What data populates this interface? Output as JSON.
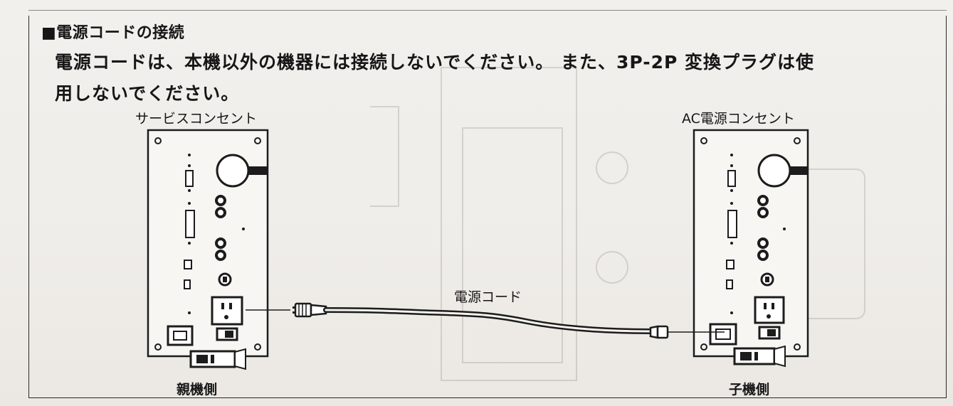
{
  "section": {
    "heading": "■電源コードの接続",
    "body_line1": "電源コードは、本機以外の機器には接続しないでください。 また、3P-2P 変換プラグは使",
    "body_line2": "用しないでください。"
  },
  "diagram": {
    "left_unit_top_label": "サービスコンセント",
    "right_unit_top_label": "AC電源コンセント",
    "cord_label": "電源コード",
    "left_unit_bottom_label": "親機側",
    "right_unit_bottom_label": "子機側"
  },
  "colors": {
    "line": "#1c1c1c",
    "panel": "#f7f6f3",
    "background": "#efede9"
  }
}
